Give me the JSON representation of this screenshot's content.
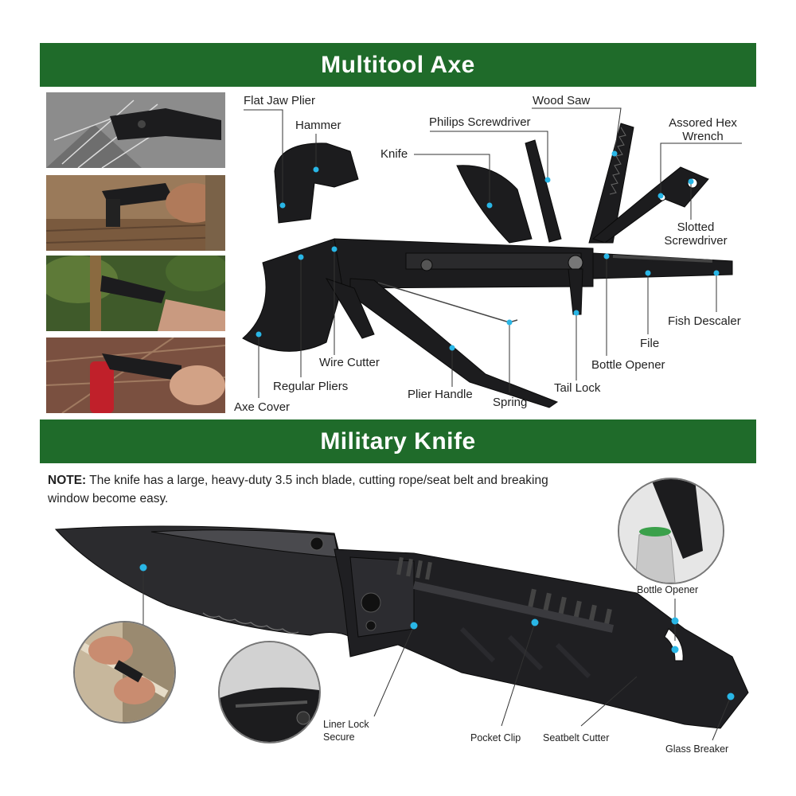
{
  "sections": {
    "axe_title": "Multitool Axe",
    "knife_title": "Military Knife"
  },
  "axe_labels": {
    "flat_jaw_plier": "Flat Jaw Plier",
    "hammer": "Hammer",
    "knife": "Knife",
    "philips_screwdriver": "Philips Screwdriver",
    "wood_saw": "Wood Saw",
    "hex_wrench_line1": "Assored Hex",
    "hex_wrench_line2": "Wrench",
    "slotted_line1": "Slotted",
    "slotted_line2": "Screwdriver",
    "fish_descaler": "Fish Descaler",
    "file": "File",
    "bottle_opener": "Bottle Opener",
    "tail_lock": "Tail Lock",
    "spring": "Spring",
    "plier_handle": "Plier Handle",
    "wire_cutter": "Wire Cutter",
    "regular_pliers": "Regular Pliers",
    "axe_cover": "Axe Cover"
  },
  "note": {
    "label": "NOTE:",
    "text": " The knife has a large, heavy-duty 3.5 inch blade, cutting rope/seat belt and breaking window become easy."
  },
  "knife_labels": {
    "bottle_opener": "Bottle Opener",
    "liner_lock_line1": "Liner Lock",
    "liner_lock_line2": "Secure",
    "pocket_clip": "Pocket Clip",
    "seatbelt_cutter": "Seatbelt Cutter",
    "glass_breaker": "Glass Breaker"
  },
  "colors": {
    "banner": "#1f6b2a",
    "marker": "#29b6e6",
    "tool": "#1c1c1e"
  }
}
